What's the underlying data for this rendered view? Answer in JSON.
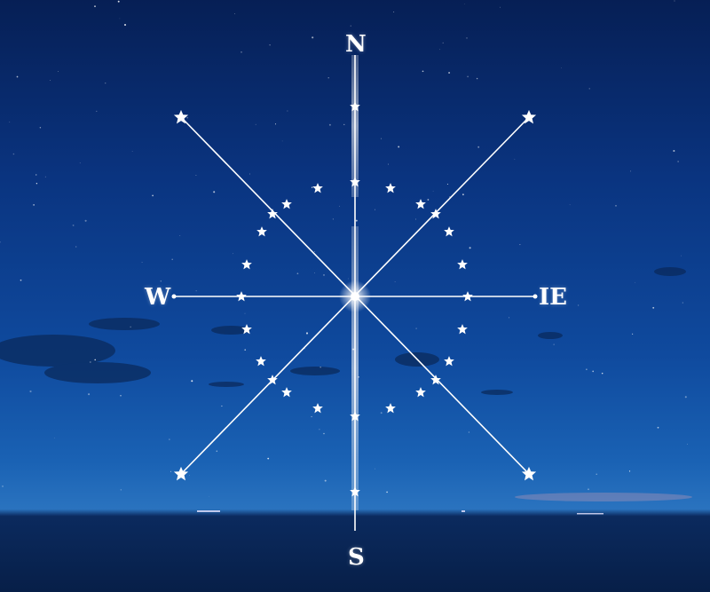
{
  "compass": {
    "north": "N",
    "south": "S",
    "west": "W",
    "east": "IE"
  },
  "colors": {
    "sky_top": "#061f55",
    "sky_mid": "#0f4a9e",
    "horizon_glow": "#2a73bf",
    "sea": "#071f48",
    "lines": "#ffffff",
    "horizon_pink": "#c79bb4"
  },
  "icons": {
    "star_marker": "five-point-star",
    "center": "glowing-dot"
  }
}
